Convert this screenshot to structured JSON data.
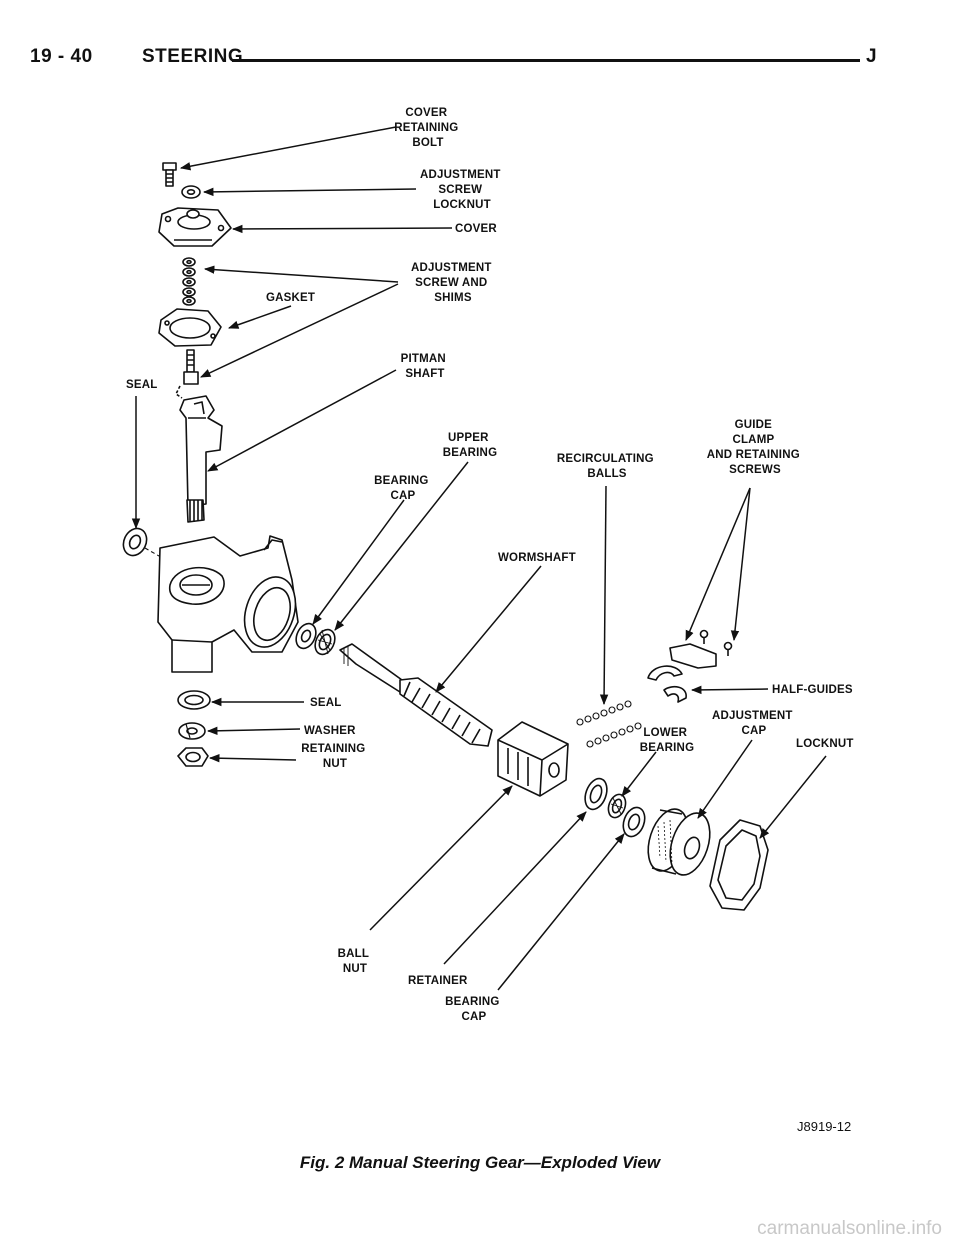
{
  "header": {
    "page_ref": "19 - 40",
    "section": "STEERING",
    "edition": "J"
  },
  "labels": {
    "cover_retaining_bolt": [
      "COVER",
      "RETAINING",
      "BOLT"
    ],
    "adjustment_screw_locknut": [
      "ADJUSTMENT",
      "SCREW",
      "LOCKNUT"
    ],
    "cover": [
      "COVER"
    ],
    "adjustment_screw_shims": [
      "ADJUSTMENT",
      "SCREW AND",
      "SHIMS"
    ],
    "gasket": [
      "GASKET"
    ],
    "pitman_shaft": [
      "PITMAN",
      "SHAFT"
    ],
    "seal_upper": [
      "SEAL"
    ],
    "upper_bearing": [
      "UPPER",
      "BEARING"
    ],
    "bearing_cap_upper": [
      "BEARING",
      "CAP"
    ],
    "recirculating_balls": [
      "RECIRCULATING",
      "BALLS"
    ],
    "guide_clamp": [
      "GUIDE",
      "CLAMP",
      "AND RETAINING",
      "SCREWS"
    ],
    "wormshaft": [
      "WORMSHAFT"
    ],
    "half_guides": [
      "HALF-GUIDES"
    ],
    "seal_lower": [
      "SEAL"
    ],
    "washer": [
      "WASHER"
    ],
    "retaining_nut": [
      "RETAINING",
      "NUT"
    ],
    "lower_bearing": [
      "LOWER",
      "BEARING"
    ],
    "adjustment_cap": [
      "ADJUSTMENT",
      "CAP"
    ],
    "locknut": [
      "LOCKNUT"
    ],
    "ball_nut": [
      "BALL",
      "NUT"
    ],
    "retainer": [
      "RETAINER"
    ],
    "bearing_cap_lower": [
      "BEARING",
      "CAP"
    ]
  },
  "figure_id": "J8919-12",
  "caption": "Fig. 2 Manual Steering Gear—Exploded View",
  "watermark": "carmanualsonline.info"
}
